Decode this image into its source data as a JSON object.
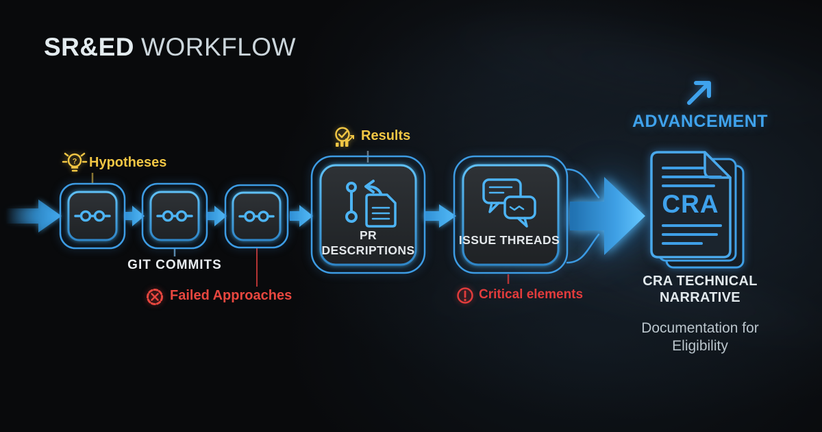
{
  "title": {
    "primary": "SR&ED",
    "secondary": "WORKFLOW"
  },
  "annotations": {
    "hypotheses": {
      "label": "Hypotheses",
      "icon": "lightbulb-question-icon",
      "icon_glyph": "?",
      "color": "#f1c644"
    },
    "results": {
      "label": "Results",
      "icon": "chart-check-icon",
      "color": "#f1c644"
    },
    "failed": {
      "label": "Failed Approaches",
      "icon": "gear-x-icon",
      "color": "#e8473f"
    },
    "critical": {
      "label": "Critical elements",
      "icon": "alert-circle-icon",
      "color": "#e23c3c"
    }
  },
  "nodes": {
    "git_commits": {
      "label": "GIT COMMITS",
      "icon": "git-commit-icon",
      "count": 3
    },
    "pr_descriptions": {
      "label": "PR DESCRIPTIONS",
      "icon": "pull-request-document-icon"
    },
    "issue_threads": {
      "label": "ISSUE THREADS",
      "icon": "chat-threads-icon"
    }
  },
  "outcome": {
    "advancement": {
      "label": "ADVANCEMENT",
      "icon": "arrow-up-right-icon"
    },
    "document": {
      "label": "CRA",
      "icon": "document-stack-icon"
    },
    "narrative": "CRA TECHNICAL NARRATIVE",
    "subtitle": "Documentation for Eligibility"
  },
  "colors": {
    "accent_blue": "#3fa2ec",
    "bright_blue": "#5bc0f8",
    "yellow": "#f1c644",
    "red": "#e23c3c",
    "white": "#e9edf0",
    "background": "#090a0c"
  }
}
